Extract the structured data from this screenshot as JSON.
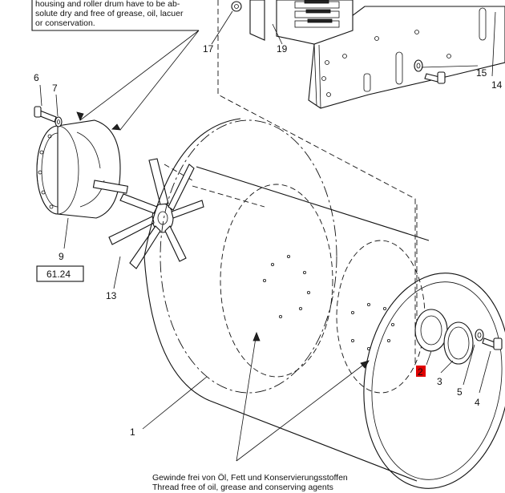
{
  "top_note": {
    "lines": [
      "housing and roller drum have to be ab-",
      "solute dry and free of grease, oil, lacuer",
      "or conservation."
    ]
  },
  "bottom_note": {
    "lines": [
      "Gewinde frei von Öl, Fett und Konservierungsstoffen",
      "Thread free of oil, grease and conserving agents"
    ]
  },
  "ref_box": {
    "label": "61.24"
  },
  "callouts": {
    "c1": "1",
    "c2": "2",
    "c3": "3",
    "c4": "4",
    "c5": "5",
    "c6": "6",
    "c7": "7",
    "c9": "9",
    "c13": "13",
    "c14": "14",
    "c15": "15",
    "c17": "17",
    "c19": "19"
  },
  "highlight_color": "#e00000"
}
